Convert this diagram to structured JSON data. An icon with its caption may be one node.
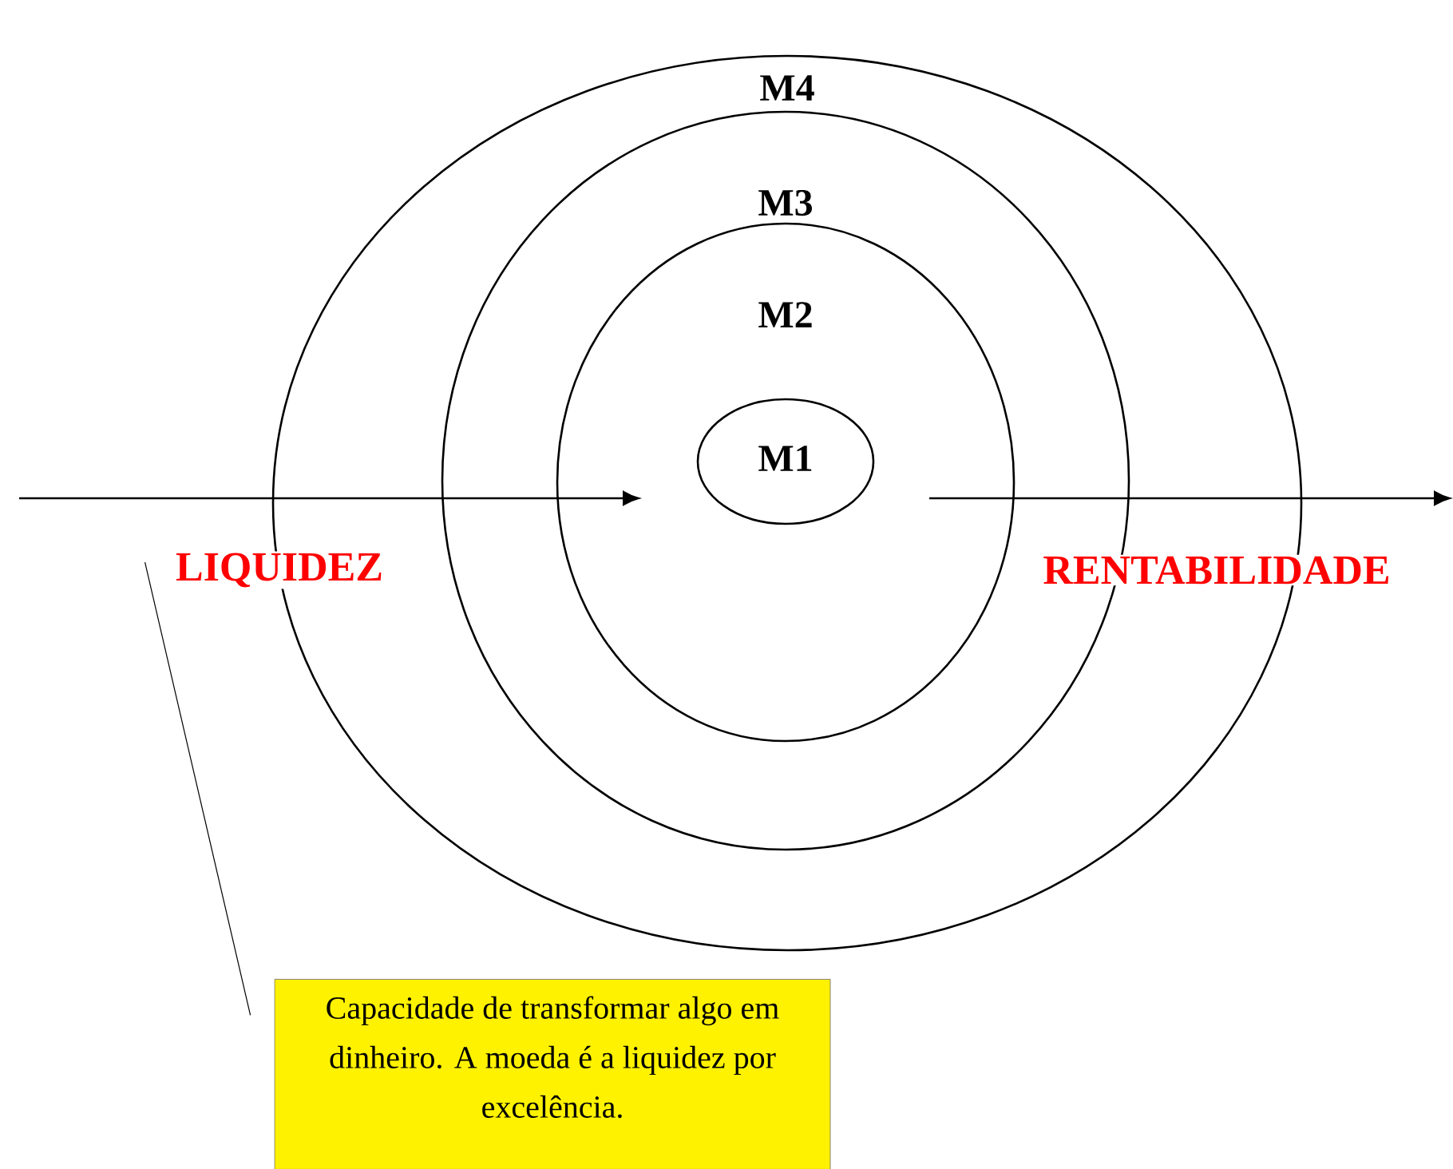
{
  "diagram": {
    "nodes": [
      {
        "text": [
          "M4"
        ]
      },
      {
        "text": [
          "M3"
        ],
        "in": 0
      },
      {
        "text": [
          "M2"
        ],
        "in": 1
      },
      {
        "text": [
          "M1"
        ],
        "in": 2
      },
      {
        "text": [
          "LIQUIDEZ"
        ]
      },
      {
        "text": [
          "Capacidade de transformar algo em dinheiro. A moeda é a liquidez por excelência."
        ]
      }
    ],
    "edges": [
      {
        "from": null,
        "to": 3,
        "arrow": "to"
      },
      {
        "from": 3,
        "to": null,
        "arrow": "to"
      },
      {
        "from": 4,
        "to": 5,
        "arrow": "none"
      }
    ],
    "labels": [
      "RENTABILIDADE"
    ]
  }
}
